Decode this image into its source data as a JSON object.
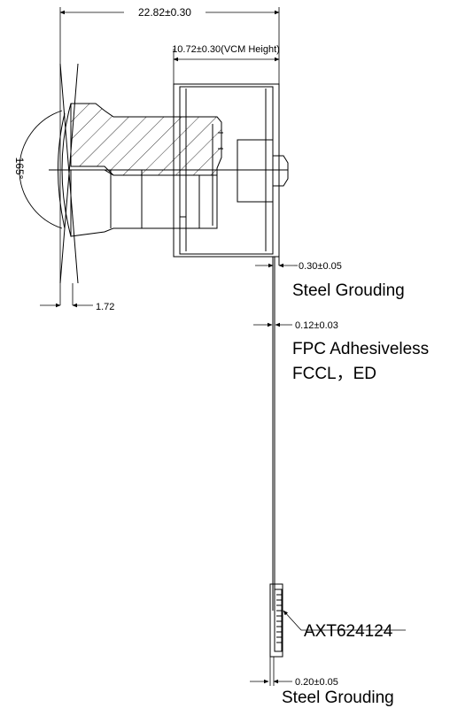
{
  "dimensions": {
    "total_length": "22.82±0.30",
    "vcm_height": "10.72±0.30(VCM Height)",
    "lens_fov": "165°",
    "lens_offset": "1.72",
    "steel_top": "0.30±0.05",
    "fpc_thickness": "0.12±0.03",
    "steel_bottom": "0.20±0.05"
  },
  "labels": {
    "steel_top": "Steel Grouding",
    "fpc_line1": "FPC Adhesiveless",
    "fpc_line2": "FCCL，ED",
    "connector": "AXT624124",
    "steel_bottom": "Steel Grouding"
  }
}
